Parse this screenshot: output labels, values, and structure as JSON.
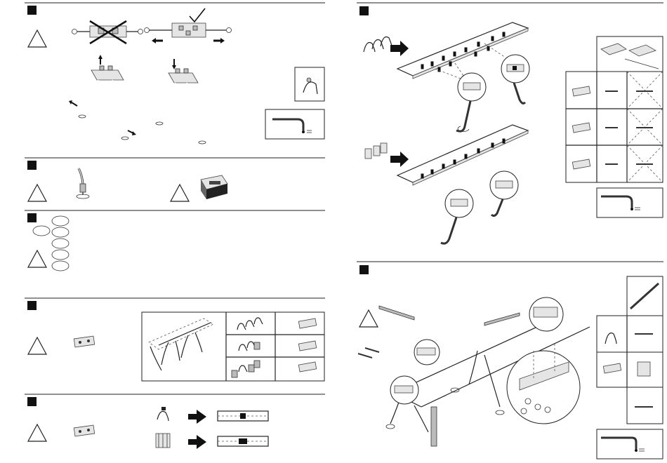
{
  "sections": [
    {
      "id": "step-1",
      "label": ""
    },
    {
      "id": "step-2",
      "label": ""
    },
    {
      "id": "step-3",
      "label": ""
    },
    {
      "id": "step-4",
      "label": ""
    },
    {
      "id": "step-5",
      "label": ""
    },
    {
      "id": "step-6",
      "label": ""
    },
    {
      "id": "step-7",
      "label": ""
    }
  ],
  "icons": {
    "warning": "warning-triangle-icon",
    "forbidden": "cross-out-icon",
    "ok": "check-mark-icon",
    "arrow": "arrow-right-icon",
    "allen-key": "allen-key-icon"
  },
  "colors": {
    "ink": "#111111",
    "paper": "#ffffff",
    "shade": "#bbbbbb"
  }
}
